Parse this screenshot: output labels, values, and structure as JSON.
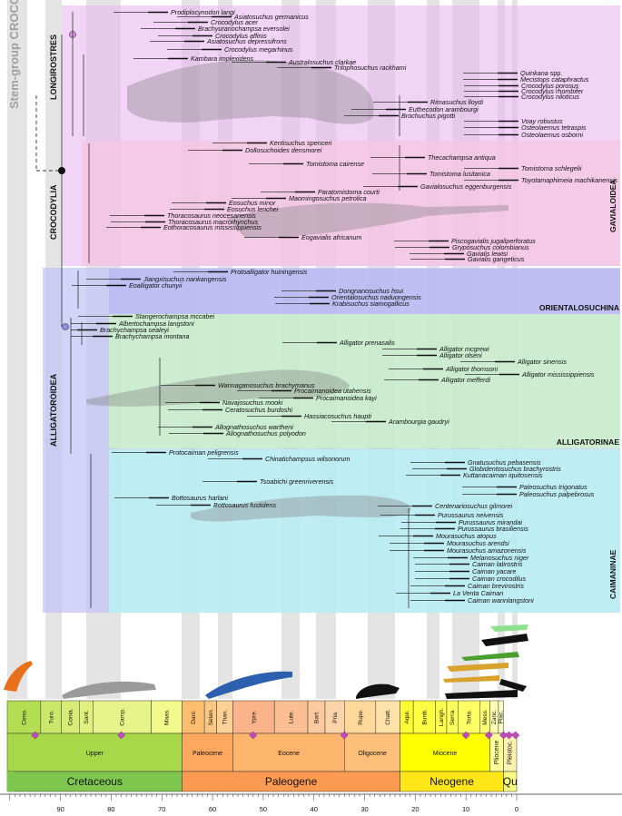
{
  "stem_group_label": "Stem-group CROCODYLIA",
  "clades": {
    "crocodylia": "CROCODYLIA",
    "longirostres": "LONGIROSTRES",
    "alligatoroidea": "ALLIGATOROIDEA",
    "gavialoidea": "GAVIALOIDEA",
    "orientalosuchina": "ORIENTALOSUCHINA",
    "alligatorinae": "ALLIGATORINAE",
    "caimaninae": "CAIMANINAE"
  },
  "colors": {
    "longirostres": "#e9b8f2",
    "gavialoidea": "#f5c6e0",
    "orientalosuchina": "#b9b9f2",
    "alligatorinae": "#c9f2c6",
    "caimaninae": "#b9f2f2",
    "alligatoroidea": "#c2c2f5",
    "cretaceous": "#8fd14f",
    "paleogene": "#f0904a",
    "neogene": "#f0f03a"
  },
  "taxa": {
    "longirostres": [
      "Prodiplocynodon langi",
      "Asiatosuchus germanicus",
      "Crocodylus acer",
      "Brachyuranochampsa eversolei",
      "Crocodylus affinis",
      "Asiatosuchus depressifrons",
      "Crocodylus megarhinus",
      "Kambara implexidens",
      "Australosuchus clarkae",
      "Trilophosuchus rackhami",
      "Quinkana",
      "Mecistops cataphractus",
      "Crocodylus porosus",
      "Crocodylus rhombifer",
      "Crocodylus niloticus",
      "Rimasuchus lloydi",
      "Euthecodon arambourgi",
      "Brochuchus pigotti",
      "Voay robustus",
      "Osteolaemus tetraspis",
      "Osteolaemus osborni"
    ],
    "quinkana_suffix": "spp.",
    "gavialoidea": [
      "Kentisuchus spenceri",
      "Dollosuchoides densmorei",
      "Thecachampsa antiqua",
      "Tomistoma cairense",
      "Tomistoma schlegelii",
      "Tomistoma lusitanica",
      "Toyotamaphimeia machikanensis",
      "Gavialosuchus eggenburgensis",
      "Paratomistoma courti",
      "Maomingosuchus petrolica",
      "Eosuchus minor",
      "Eosuchus lerichei",
      "Thoracosaurus neocesariensis",
      "Thoracosaurus macrorhynchus",
      "Eothoracosaurus mississippiensis",
      "Eogavialis africanum",
      "Piscogavialis jugaliperforatus",
      "Gryposuchus colombianus",
      "Gavialis lewisi",
      "Gavialis gangeticus"
    ],
    "orientalosuchina": [
      "Protoalligator huiningensis",
      "Jiangxisuchus nankangensis",
      "Eoalligator chunyii",
      "Dongnanosuchus hsui",
      "Orientalosuchus naduongensis",
      "Krabisuchus siamogallicus"
    ],
    "alligatorinae": [
      "Stangerochampsa mccabei",
      "Albertochampsa langstoni",
      "Brachychampsa sealeyi",
      "Brachychampsa montana",
      "Alligator prenasalis",
      "Alligator mcgrewi",
      "Alligator olseni",
      "Alligator sinensis",
      "Alligator thomsoni",
      "Alligator mississippiensis",
      "Alligator mefferdi",
      "Wannaganosuchus brachymanus",
      "Procaimanoidea utahensis",
      "Procaimanoidea kayi",
      "Navajosuchus mooki",
      "Ceratosuchus burdoshi",
      "Hassiacosuchus haupti",
      "Arambourgia gaudryi",
      "Allognathosuchus wartheni",
      "Allognathosuchus polyodon"
    ],
    "caimaninae": [
      "Protocaiman peligrensis",
      "Chinatichampsus wilsonorum",
      "Gnatusuchus pebasensis",
      "Globidentosuchus brachyrostris",
      "Kuttanacaiman iquitosensis",
      "Tsoabichi greenriverensis",
      "Paleosuchus trigonatus",
      "Paleosuchus palpebrosus",
      "Bottosaurus harlani",
      "Bottosaurus fustidens",
      "Centenariosuchus gilmorei",
      "Purussaurus neivensis",
      "Purussaurus mirandai",
      "Purussaurus brasiliensis",
      "Mourasuchus atopus",
      "Mourasuchus arendsi",
      "Mourasuchus amazonensis",
      "Melanosuchus niger",
      "Caiman latirostris",
      "Caiman yacare",
      "Caiman crocodilus",
      "Caiman brevirostris",
      "La Venta Caiman",
      "Caiman wannlangstoni"
    ]
  },
  "timescale": {
    "stages": [
      "Ceno.",
      "Turo.",
      "Conia.",
      "Sant.",
      "Camp.",
      "Maas.",
      "Dani.",
      "Selan.",
      "Than.",
      "Ypre.",
      "Lute.",
      "Bart.",
      "Pria.",
      "Rupe.",
      "Chatt.",
      "Aqui.",
      "Burdi.",
      "Langh.",
      "Serra.",
      "Torto.",
      "Mess.",
      "Zanc.",
      "Piac."
    ],
    "epochs": [
      "Upper",
      "Paleocene",
      "Eocene",
      "Oligocene",
      "Miocene",
      "Pliocene",
      "Pleistoc."
    ],
    "periods": [
      "Cretaceous",
      "Paleogene",
      "Neogene",
      "Qu"
    ],
    "ticks": [
      "90",
      "80",
      "70",
      "60",
      "50",
      "40",
      "30",
      "20",
      "10",
      "0"
    ]
  }
}
